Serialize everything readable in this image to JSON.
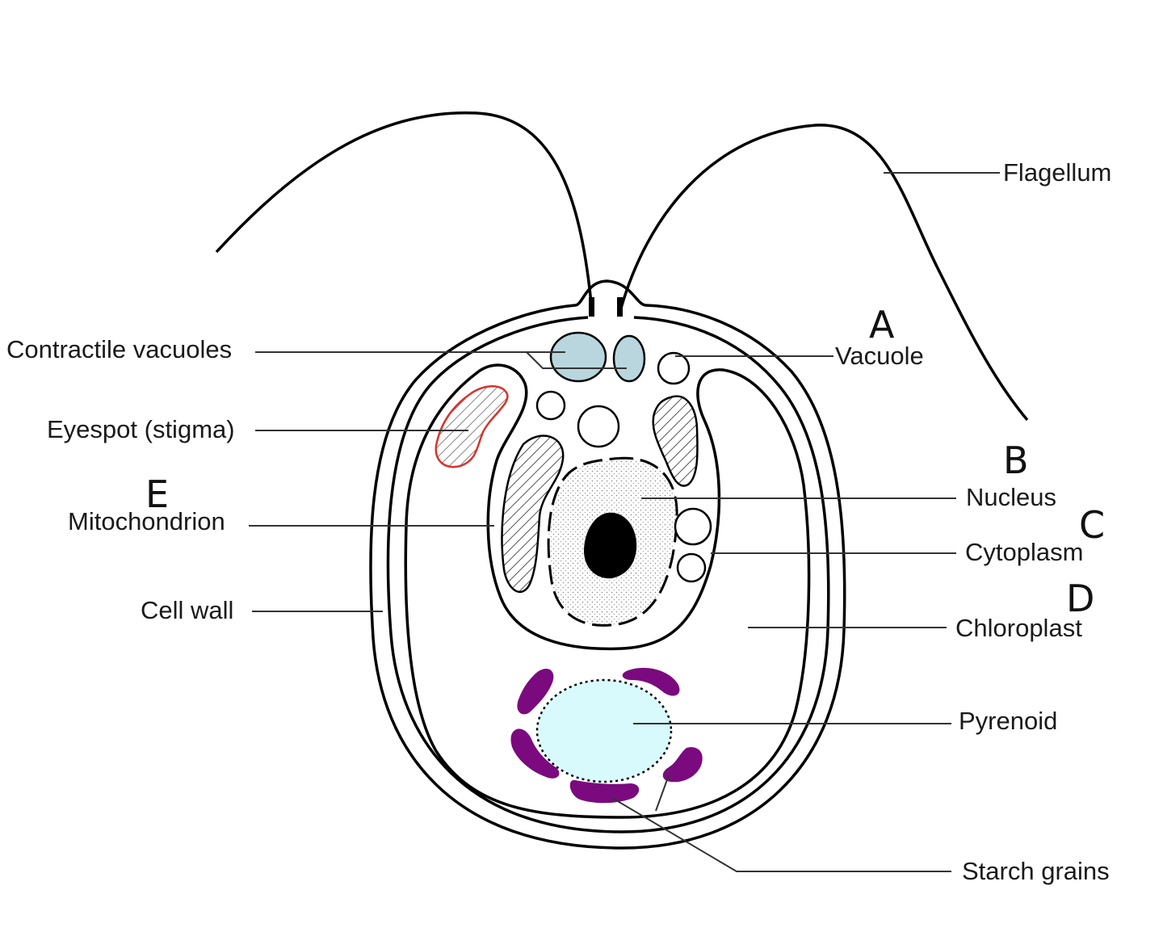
{
  "labels": {
    "flagellum": "Flagellum",
    "contractile_vacuoles": "Contractile vacuoles",
    "vacuole": "Vacuole",
    "eyespot": "Eyespot (stigma)",
    "nucleus": "Nucleus",
    "mitochondrion": "Mitochondrion",
    "cytoplasm": "Cytoplasm",
    "cell_wall": "Cell wall",
    "chloroplast": "Chloroplast",
    "pyrenoid": "Pyrenoid",
    "starch_grains": "Starch grains"
  },
  "letters": {
    "a": "A",
    "b": "B",
    "c": "C",
    "d": "D",
    "e": "E"
  },
  "colors": {
    "chloroplast": "#eef7ea",
    "contractile_vacuole": "#b9d6de",
    "pyrenoid": "#d8fafc",
    "starch": "#7a0a7e",
    "eyespot": "#d9332a",
    "nucleolus": "#000000"
  }
}
